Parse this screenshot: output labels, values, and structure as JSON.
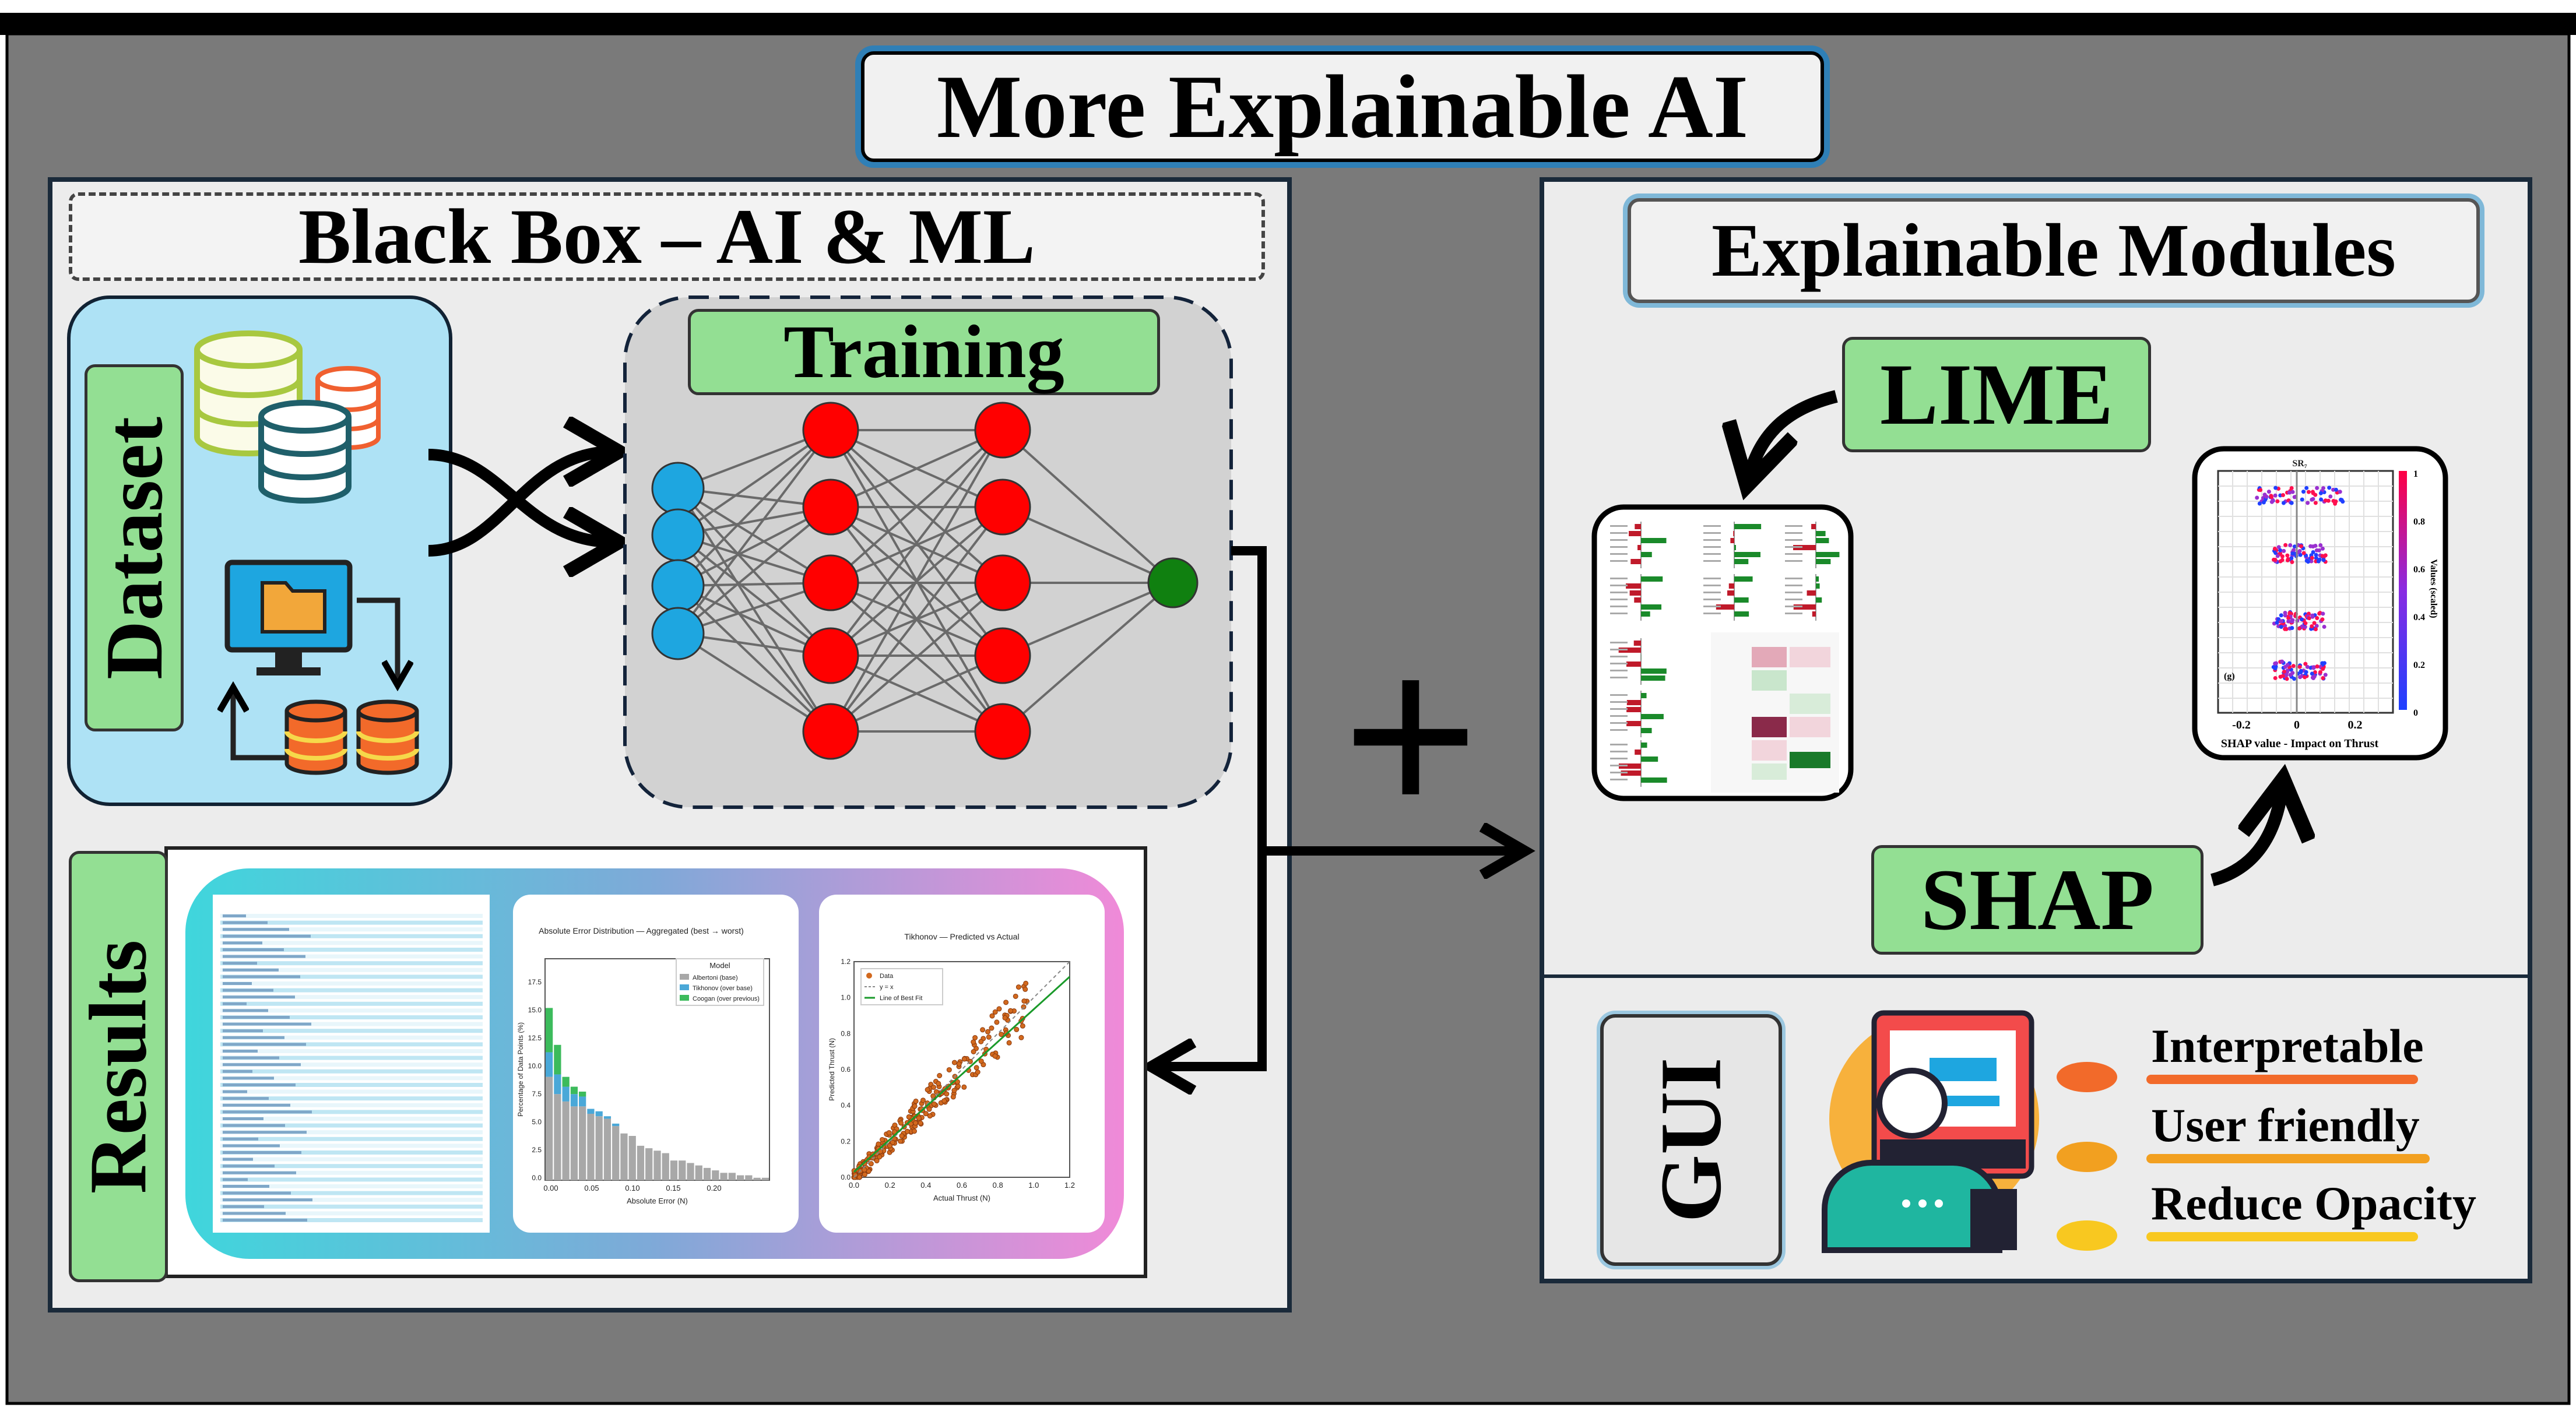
{
  "title": "More Explainable AI",
  "black_box": {
    "title": "Black Box – AI & ML",
    "dataset_label": "Dataset",
    "training_label": "Training",
    "results_label": "Results"
  },
  "explainable": {
    "title": "Explainable Modules",
    "lime_label": "LIME",
    "shap_label": "SHAP",
    "plus_sign": "+",
    "gui_label": "GUI",
    "features": [
      "Interpretable",
      "User friendly",
      "Reduce Opacity"
    ],
    "shap_plot": {
      "title": "SR₇",
      "xlabel": "SHAP value - Impact on Thrust",
      "ticks": [
        "-0.2",
        "0",
        "0.2"
      ],
      "cbar_ticks": [
        "1",
        "0.8",
        "0.6",
        "0.4",
        "0.2",
        "0"
      ],
      "cbar_label": "Values (scaled)",
      "panel_tag": "(g)"
    }
  },
  "results_panel": {
    "error_chart": {
      "title": "Absolute Error Distribution — Aggregated (best → worst)",
      "xlabel": "Absolute Error (N)",
      "ylabel": "Percentage of Data Points (%)",
      "legend_title": "Model",
      "legend": [
        "Albertoni (base)",
        "Tikhonov (over base)",
        "Coogan (over previous)"
      ],
      "xticks": [
        "0.00",
        "0.05",
        "0.10",
        "0.15",
        "0.20"
      ],
      "yticks": [
        "0.0",
        "2.5",
        "5.0",
        "7.5",
        "10.0",
        "12.5",
        "15.0",
        "17.5"
      ]
    },
    "scatter_chart": {
      "title": "Tikhonov — Predicted vs Actual",
      "xlabel": "Actual Thrust (N)",
      "ylabel": "Predicted Thrust (N)",
      "legend": [
        "Data",
        "y = x",
        "Line of Best Fit"
      ],
      "xticks": [
        "0.0",
        "0.2",
        "0.4",
        "0.6",
        "0.8",
        "1.0",
        "1.2"
      ],
      "yticks": [
        "0.0",
        "0.2",
        "0.4",
        "0.6",
        "0.8",
        "1.0",
        "1.2"
      ]
    }
  },
  "colors": {
    "background": "#7a7a7a",
    "panel": "#ececec",
    "label_green": "#93df93",
    "dataset_bg": "#aee2f5",
    "training_bg": "#d2d2d2",
    "input_node": "#1ea6e0",
    "hidden_node": "#ff0000",
    "output_node": "#108010"
  }
}
